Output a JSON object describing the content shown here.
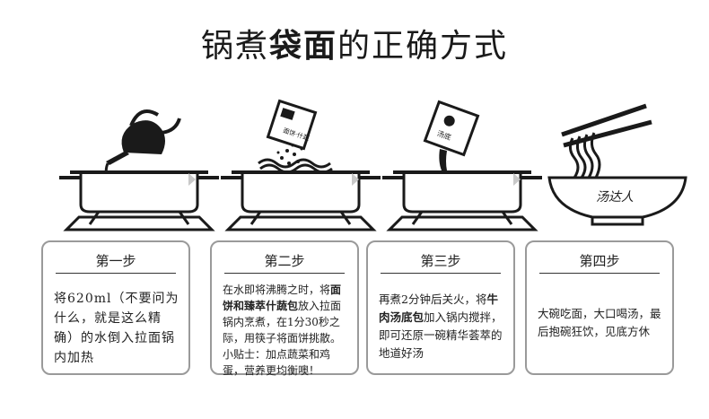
{
  "title": {
    "part1": "锅煮",
    "part2": "袋面",
    "part3": "的正确方式"
  },
  "steps": [
    {
      "title": "第一步",
      "text": "将620ml（不要问为什么，就是这么精确）的水倒入拉面锅内加热"
    },
    {
      "title": "第二步",
      "text_a": "在水即将沸腾之时，将",
      "bold": "面饼和臻萃什蔬包",
      "text_b": "放入拉面锅内烹煮，在1分30秒之际，用筷子将面饼挑散。",
      "tip": "小贴士：加点蔬菜和鸡蛋，营养更均衡噢！"
    },
    {
      "title": "第三步",
      "text_a": "再煮2分钟后关火，将",
      "bold": "牛肉汤底包",
      "text_b": "加入锅内搅拌，即可还原一碗精华荟萃的地道好汤"
    },
    {
      "title": "第四步",
      "text": "大碗吃面，大口喝汤，最后抱碗狂饮，见底方休"
    }
  ],
  "packet_labels": {
    "noodle_packet": "面饼·什蔬",
    "soup_packet": "汤底",
    "bowl_logo": "汤达人"
  },
  "icons": [
    "pot-on-stove-icon",
    "kettle-icon",
    "seasoning-packet-icon",
    "soup-packet-icon",
    "noodle-bowl-icon",
    "chopsticks-icon",
    "arrow-right-icon"
  ],
  "colors": {
    "ink": "#1a1a1a",
    "card_border": "#9a9a9a",
    "arrow": "#c8c8c8"
  }
}
